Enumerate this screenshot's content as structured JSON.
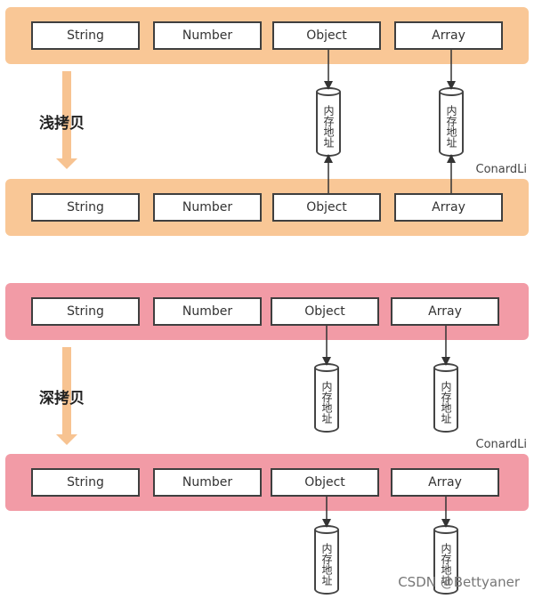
{
  "shallow": {
    "title": "浅拷贝",
    "source_row": [
      "String",
      "Number",
      "Object",
      "Array"
    ],
    "target_row": [
      "String",
      "Number",
      "Object",
      "Array"
    ],
    "memory_label": "内存地址",
    "author": "ConardLi"
  },
  "deep": {
    "title": "深拷贝",
    "source_row": [
      "String",
      "Number",
      "Object",
      "Array"
    ],
    "target_row": [
      "String",
      "Number",
      "Object",
      "Array"
    ],
    "memory_label": "内存地址",
    "author": "ConardLi"
  },
  "footer": {
    "watermark": "CSDN @Bettyaner"
  },
  "colors": {
    "shallow_band": "#f9c796",
    "deep_band": "#f29ba6",
    "flow_arrow": "#f7c391",
    "line": "#333333"
  }
}
